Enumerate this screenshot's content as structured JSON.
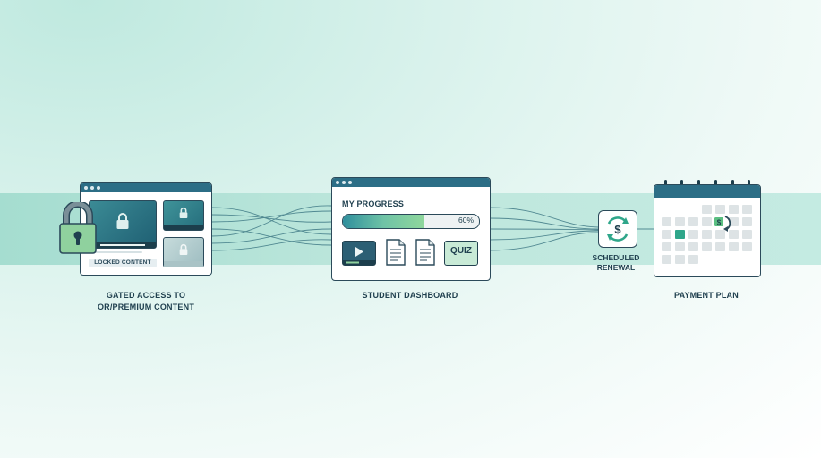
{
  "gated": {
    "locked_label": "LOCKED CONTENT",
    "caption_line1": "GATED ACCESS TO",
    "caption_line2": "OR/PREMIUM CONTENT"
  },
  "dashboard": {
    "title": "MY PROGRESS",
    "progress_percent": 60,
    "progress_text": "60%",
    "quiz_label": "QUIZ",
    "caption": "STUDENT DASHBOARD"
  },
  "renewal": {
    "line1": "SCHEDULED",
    "line2": "RENEWAL",
    "icon": "dollar-renew-icon"
  },
  "payment": {
    "caption": "PAYMENT PLAN",
    "icon": "calendar-icon"
  },
  "colors": {
    "accent": "#2c6e86",
    "green": "#2fa68a",
    "outline": "#2b4a5a",
    "band": "#bfe7dd"
  }
}
